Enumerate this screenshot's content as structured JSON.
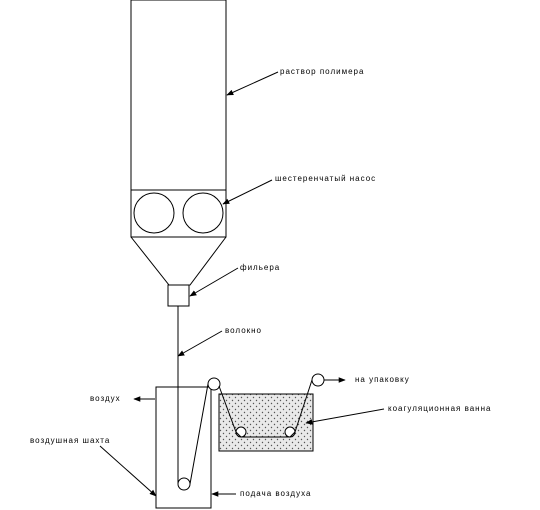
{
  "labels": {
    "polymer_solution": "раствор полимера",
    "gear_pump": "шестеренчатый насос",
    "spinneret": "фильера",
    "fiber": "волокно",
    "to_packaging": "на упаковку",
    "air_out": "воздух",
    "coagulation_bath": "коагуляционная ванна",
    "air_shaft": "воздушная шахта",
    "air_supply": "подача воздуха"
  },
  "colors": {
    "line": "#000000",
    "bath_fill": "#e6e6e6",
    "bath_dots": "#555555",
    "background": "#ffffff"
  }
}
